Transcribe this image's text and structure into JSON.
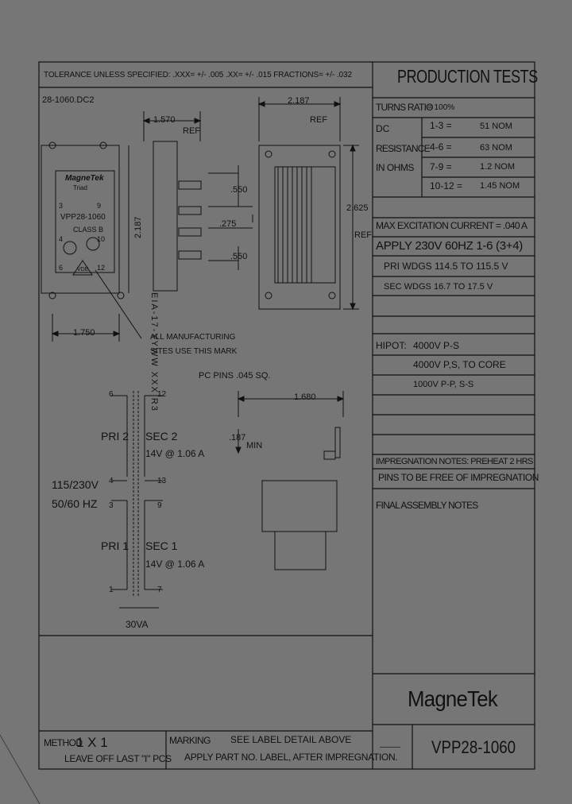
{
  "header": {
    "tolerance": "TOLERANCE UNLESS SPECIFIED: .XXX= +/- .005  .XX= +/- .015  FRACTIONS= +/- .032",
    "drawing_number": "28-1060.DC2"
  },
  "drawing": {
    "top_width": "2.187",
    "ref_top": "REF",
    "side_width": "1.570",
    "ref_side": "REF",
    "height_label": "2.187",
    "height_right": "2.625",
    "ref_right": "REF",
    "pin_spacing_1": ".550",
    "pin_spacing_2": ".275",
    "pin_spacing_3": ".550",
    "bottom_width": "1.750",
    "label_brand": "MagneTek",
    "label_sub": "Triad",
    "label_part": "VPP28-1060",
    "label_class": "CLASS B",
    "side_marking": "EIA-17-YYWW  XXX  R3",
    "label_pins": [
      "3",
      "9",
      "4",
      "10",
      "12",
      "6"
    ],
    "manufacturing_note_1": "ALL MANUFACTURING",
    "manufacturing_note_2": "SITES USE THIS MARK",
    "vde": "VDE",
    "pc_pins": "PC PINS .045 SQ.",
    "pin_length": "1.680",
    "pin_min": ".187",
    "min_label": "MIN"
  },
  "schematic": {
    "pri2": "PRI 2",
    "sec2": "SEC 2",
    "sec2_rating": "14V @ 1.06 A",
    "pri1": "PRI 1",
    "sec1": "SEC 1",
    "sec1_rating": "14V @ 1.06 A",
    "voltage": "115/230V",
    "frequency": "50/60 HZ",
    "power": "30VA",
    "pins": {
      "p6": "6",
      "p12": "12",
      "p4": "4",
      "p13": "13",
      "p3": "3",
      "p9": "9",
      "p1": "1",
      "p7": "7"
    }
  },
  "production": {
    "title": "PRODUCTION TESTS",
    "turns_ratio_label": "TURNS RATIO",
    "turns_ratio_value": "= 100%",
    "dc_label_1": "DC",
    "dc_label_2": "RESISTANCE",
    "dc_label_3": "IN OHMS",
    "resistance_rows": [
      {
        "pins": "1-3 =",
        "value": "51 NOM"
      },
      {
        "pins": "4-6 =",
        "value": "63 NOM"
      },
      {
        "pins": "7-9 =",
        "value": "1.2 NOM"
      },
      {
        "pins": "10-12 =",
        "value": "1.45 NOM"
      }
    ],
    "max_excitation": "MAX EXCITATION CURRENT = .040 A",
    "apply": "APPLY 230V 60HZ 1-6 (3+4)",
    "pri_wdgs": "PRI WDGS 114.5 TO 115.5 V",
    "sec_wdgs": "SEC WDGS 16.7 TO 17.5 V",
    "hipot_label": "HIPOT:",
    "hipot_1": "4000V P-S",
    "hipot_2": "4000V P,S, TO CORE",
    "hipot_3": "1000V P-P, S-S",
    "impregnation_1": "IMPREGNATION NOTES: PREHEAT 2 HRS",
    "impregnation_2": "PINS TO BE FREE OF IMPREGNATION",
    "final_assembly": "FINAL ASSEMBLY NOTES"
  },
  "footer": {
    "method_label": "METHOD",
    "method_value": "1 X 1",
    "method_note": "LEAVE OFF LAST \"I\" PCS",
    "marking_label": "MARKING",
    "marking_1": "SEE LABEL DETAIL ABOVE",
    "marking_2": "APPLY PART NO. LABEL, AFTER IMPREGNATION.",
    "company": "MagneTek",
    "part_number": "VPP28-1060"
  }
}
